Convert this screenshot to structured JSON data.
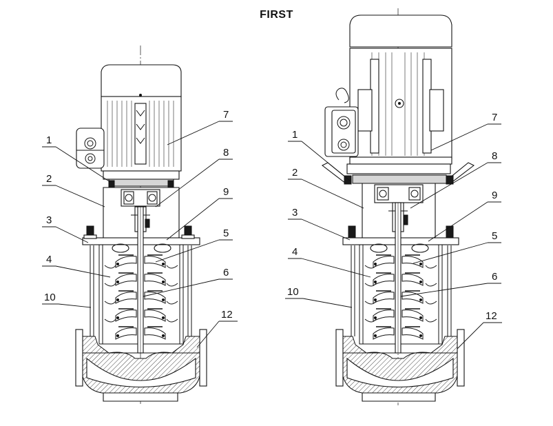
{
  "title": "FIRST",
  "left_view": {
    "callouts": [
      {
        "label": "1"
      },
      {
        "label": "2"
      },
      {
        "label": "3"
      },
      {
        "label": "4"
      },
      {
        "label": "10"
      },
      {
        "label": "7"
      },
      {
        "label": "8"
      },
      {
        "label": "9"
      },
      {
        "label": "5"
      },
      {
        "label": "6"
      },
      {
        "label": "12"
      }
    ]
  },
  "right_view": {
    "callouts": [
      {
        "label": "1"
      },
      {
        "label": "2"
      },
      {
        "label": "3"
      },
      {
        "label": "4"
      },
      {
        "label": "10"
      },
      {
        "label": "7"
      },
      {
        "label": "8"
      },
      {
        "label": "9"
      },
      {
        "label": "5"
      },
      {
        "label": "6"
      },
      {
        "label": "12"
      }
    ]
  }
}
